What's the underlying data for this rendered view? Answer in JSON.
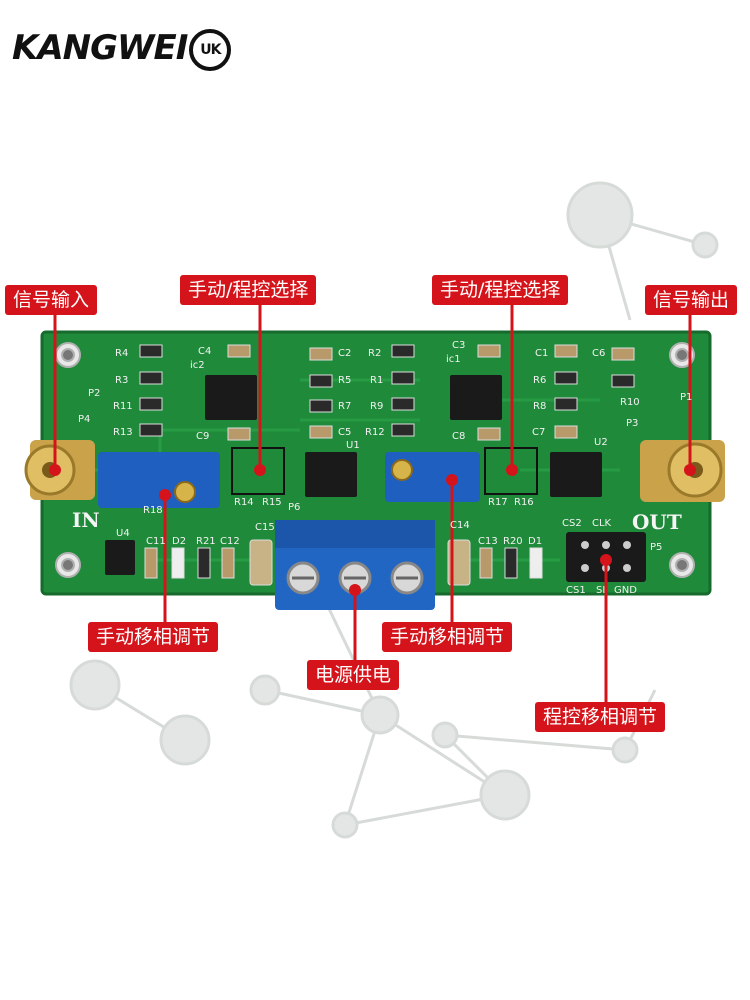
{
  "brand": {
    "name": "KANGWEI",
    "mark": "UK"
  },
  "callouts": {
    "signal_input": "信号输入",
    "mode_select_left": "手动/程控选择",
    "mode_select_right": "手动/程控选择",
    "signal_output": "信号输出",
    "manual_phase_left": "手动移相调节",
    "manual_phase_right": "手动移相调节",
    "power_supply": "电源供电",
    "program_phase": "程控移相调节"
  },
  "board": {
    "in_label": "IN",
    "out_label": "OUT",
    "designators": [
      "R4",
      "R3",
      "R11",
      "R13",
      "C4",
      "ic2",
      "C9",
      "P2",
      "P4",
      "C2",
      "R5",
      "R7",
      "C5",
      "R14",
      "R15",
      "R18",
      "U1",
      "R2",
      "R1",
      "R9",
      "R12",
      "C3",
      "ic1",
      "C8",
      "R17",
      "R16",
      "C1",
      "C6",
      "R6",
      "R8",
      "R10",
      "C7",
      "P1",
      "P3",
      "U2",
      "U4",
      "C11",
      "D2",
      "R21",
      "C12",
      "C15",
      "P6",
      "C14",
      "C13",
      "R20",
      "D1",
      "CS2",
      "CLK",
      "P5",
      "CS1",
      "SI",
      "GND"
    ]
  },
  "colors": {
    "callout_red": "#d4141a",
    "pcb_green": "#1f8a3a",
    "terminal_blue": "#2266c4",
    "trimmer_blue": "#1e5fbf"
  }
}
